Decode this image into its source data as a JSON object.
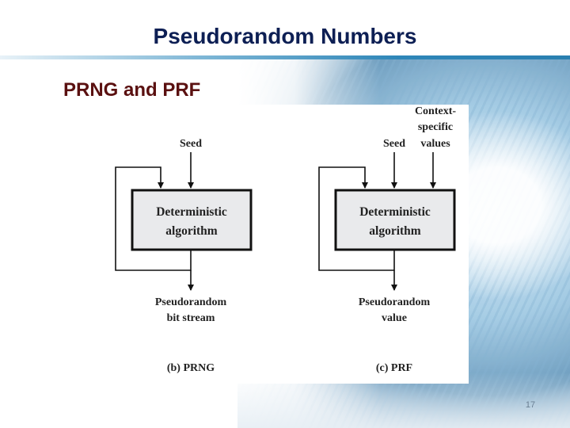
{
  "slide": {
    "title": "Pseudorandom Numbers",
    "subtitle": "PRNG and PRF",
    "page_number": "17"
  },
  "figure": {
    "prng": {
      "input_label": "Seed",
      "box_line1": "Deterministic",
      "box_line2": "algorithm",
      "output_line1": "Pseudorandom",
      "output_line2": "bit stream",
      "caption": "(b) PRNG"
    },
    "prf": {
      "input_label": "Seed",
      "context_line1": "Context-",
      "context_line2": "specific",
      "context_line3": "values",
      "box_line1": "Deterministic",
      "box_line2": "algorithm",
      "output_line1": "Pseudorandom",
      "output_line2": "value",
      "caption": "(c) PRF"
    }
  },
  "colors": {
    "title": "#0d1f54",
    "subtitle": "#5a1010",
    "box_fill": "#e9eaec",
    "rule": "#2e86b8"
  }
}
